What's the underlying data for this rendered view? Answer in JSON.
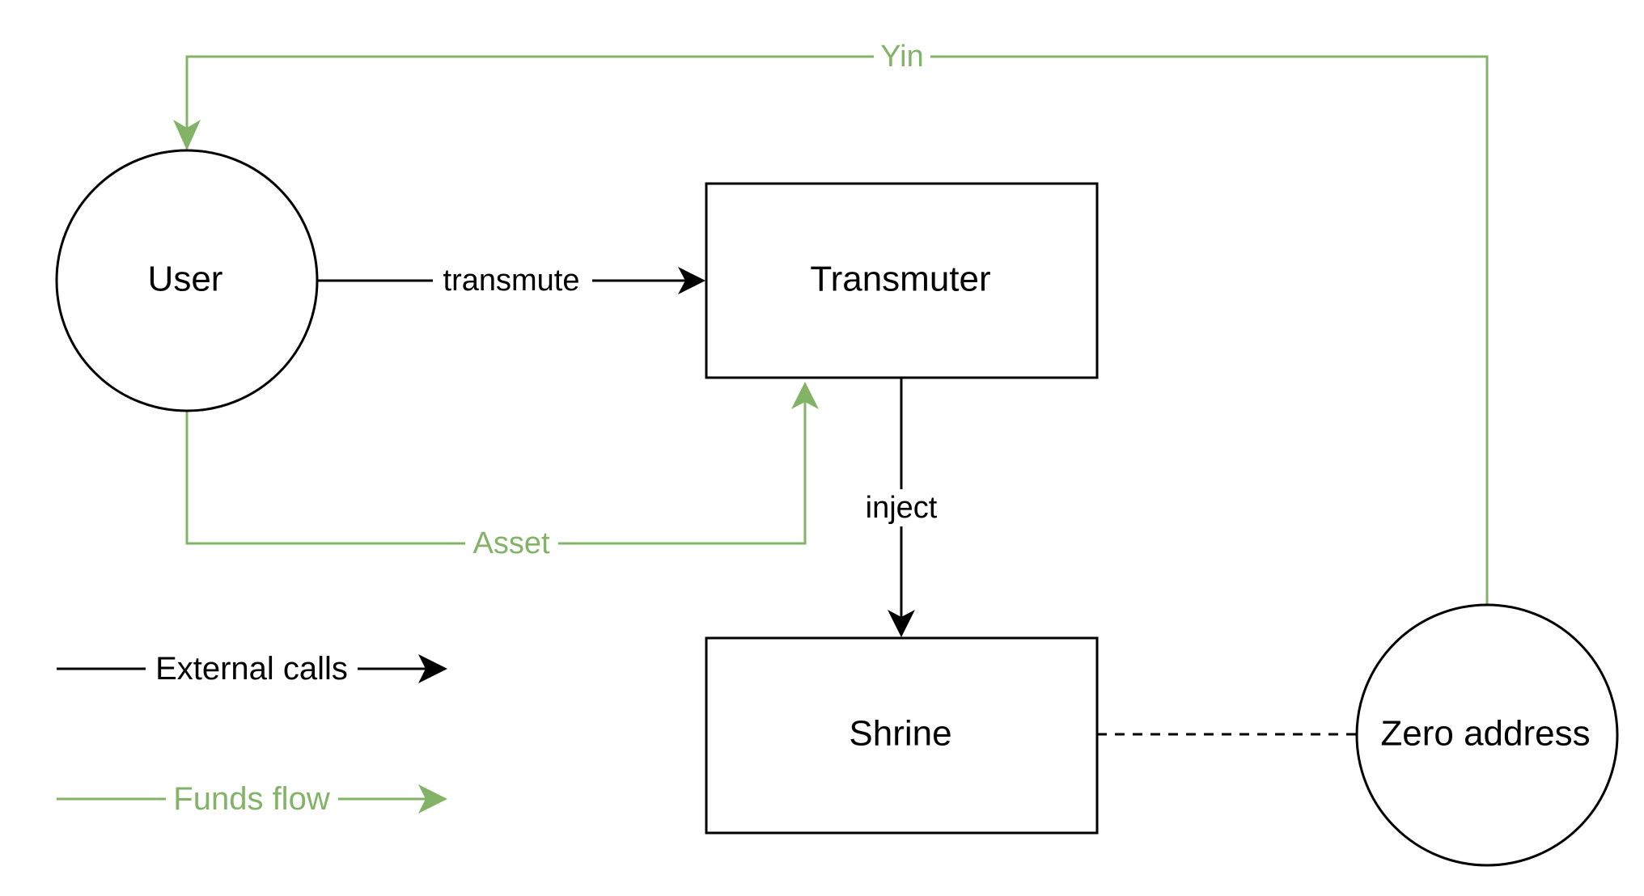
{
  "colors": {
    "call": "#000000",
    "funds": "#82b366",
    "background": "#ffffff"
  },
  "nodes": {
    "user": "User",
    "transmuter": "Transmuter",
    "shrine": "Shrine",
    "zero_address": "Zero address"
  },
  "edges": {
    "transmute": "transmute",
    "inject": "inject",
    "asset": "Asset",
    "yin": "Yin"
  },
  "legend": {
    "external_calls": "External calls",
    "funds_flow": "Funds flow"
  }
}
